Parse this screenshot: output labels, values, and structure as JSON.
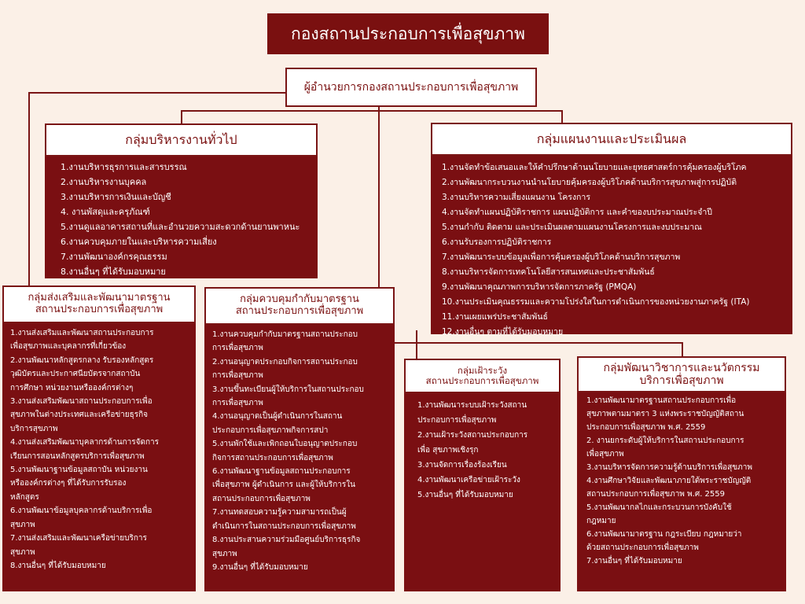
{
  "title": "กองสถานประกอบการเพื่อสุขภาพ",
  "director": "ผู้อำนวยการกองสถานประกอบการเพื่อสุขภาพ",
  "colors": {
    "accent": "#7a0f12",
    "background": "#fbf0e7",
    "box": "#ffffff"
  },
  "general": {
    "heading": "กลุ่มบริหารงานทั่วไป",
    "items": [
      "1.งานบริหารธุรการและสารบรรณ",
      "2.งานบริหารงานบุคคล",
      "3.งานบริหารการเงินและบัญชี",
      "4. งานพัสดุและครุภัณฑ์",
      "5.งานดูแลอาคารสถานที่และอำนวยความสะดวกด้านยานพาหนะ",
      "6.งานควบคุมภายในและบริหารความเสี่ยง",
      "7.งานพัฒนาองค์กรคุณธรรม",
      "8.งานอื่นๆ ที่ได้รับมอบหมาย"
    ]
  },
  "planning": {
    "heading": "กลุ่มแผนงานและประเมินผล",
    "items": [
      "1.งานจัดทำข้อเสนอและให้คำปรึกษาด้านนโยบายและยุทธศาสตร์การคุ้มครองผู้บริโภค",
      "2.งานพัฒนากระบวนงานนำนโยบายคุ้มครองผู้บริโภคด้านบริการสุขภาพสู่การปฏิบัติ",
      "3.งานบริหารความเสี่ยงแผนงาน โครงการ",
      "4.งานจัดทำแผนปฏิบัติราชการ แผนปฏิบัติการ และคำของบประมาณประจำปี",
      "5.งานกำกับ ติดตาม และประเมินผลตามแผนงานโครงการและงบประมาณ",
      "6.งานรับรองการปฏิบัติราชการ",
      "7.งานพัฒนาระบบข้อมูลเพื่อการคุ้มครองผู้บริโภคด้านบริการสุขภาพ",
      "8.งานบริหารจัดการเทคโนโลยีสารสนเทศและประชาสัมพันธ์",
      "9.งานพัฒนาคุณภาพการบริหารจัดการภาครัฐ (PMQA)",
      "10.งานประเมินคุณธรรมและความโปร่งใสในการดำเนินการของหน่วยงานภาครัฐ (ITA)",
      "11.งานเผยแพร่ประชาสัมพันธ์",
      "12.งานอื่นๆ ตามที่ได้รับมอบหมาย"
    ]
  },
  "promotion": {
    "heading_1": "กลุ่มส่งเสริมและพัฒนามาตรฐาน",
    "heading_2": "สถานประกอบการเพื่อสุขภาพ",
    "items": [
      [
        "1.งานส่งเสริมและพัฒนาสถานประกอบการ",
        "เพื่อสุขภาพและบุคลากรที่เกี่ยวข้อง"
      ],
      [
        "2.งานพัฒนาหลักสูตรกลาง รับรองหลักสูตร",
        "วุฒิบัตรและประกาศนียบัตรจากสถาบัน",
        "การศึกษา หน่วยงานหรือองค์กรต่างๆ"
      ],
      [
        "3.งานส่งเสริมพัฒนาสถานประกอบการเพื่อ",
        "สุขภาพในต่างประเทศและเครือข่ายธุรกิจ",
        "บริการสุขภาพ"
      ],
      [
        "4.งานส่งเสริมพัฒนาบุคลากรด้านการจัดการ",
        "เรียนการสอนหลักสูตรบริการเพื่อสุขภาพ"
      ],
      [
        "5.งานพัฒนาฐานข้อมูลสถาบัน หน่วยงาน",
        "หรือองค์กรต่างๆ ที่ได้รับการรับรอง",
        "หลักสูตร"
      ],
      [
        "6.งานพัฒนาข้อมูลบุคลากรด้านบริการเพื่อ",
        "สุขภาพ"
      ],
      [
        "7.งานส่งเสริมและพัฒนาเครือข่ายบริการ",
        "สุขภาพ"
      ],
      [
        "8.งานอื่นๆ ที่ได้รับมอบหมาย"
      ]
    ]
  },
  "regulation": {
    "heading_1": "กลุ่มควบคุมกำกับมาตรฐาน",
    "heading_2": "สถานประกอบการเพื่อสุขภาพ",
    "items": [
      [
        "1.งานควบคุมกำกับมาตรฐานสถานประกอบ",
        "การเพื่อสุขภาพ"
      ],
      [
        "2.งานอนุญาตประกอบกิจการสถานประกอบ",
        "การเพื่อสุขภาพ"
      ],
      [
        "3.งานขึ้นทะเบียนผู้ให้บริการในสถานประกอบ",
        "การเพื่อสุขภาพ"
      ],
      [
        "4.งานอนุญาตเป็นผู้ดำเนินการในสถาน",
        "ประกอบการเพื่อสุขภาพกิจการสปา"
      ],
      [
        "5.งานพักใช้และเพิกถอนใบอนุญาตประกอบ",
        "กิจการสถานประกอบการเพื่อสุขภาพ"
      ],
      [
        "6.งานพัฒนาฐานข้อมูลสถานประกอบการ",
        "เพื่อสุขภาพ ผู้ดำเนินการ และผู้ให้บริการใน",
        "สถานประกอบการเพื่อสุขภาพ"
      ],
      [
        "7.งานทดสอบความรู้ความสามารถเป็นผู้",
        "ดำเนินการในสถานประกอบการเพื่อสุขภาพ"
      ],
      [
        "8.งานประสานความร่วมมือศูนย์บริการธุรกิจ",
        "สุขภาพ"
      ],
      [
        "9.งานอื่นๆ ที่ได้รับมอบหมาย"
      ]
    ]
  },
  "surveillance": {
    "heading_1": "กลุ่มเฝ้าระวัง",
    "heading_2": "สถานประกอบการเพื่อสุขภาพ",
    "items": [
      [
        "1.งานพัฒนาระบบเฝ้าระวังสถาน",
        "ประกอบการเพื่อสุขภาพ"
      ],
      [
        "2.งานเฝ้าระวังสถานประกอบการ",
        "เพื่อ  สุขภาพเชิงรุก"
      ],
      [
        "3.งานจัดการเรื่องร้องเรียน"
      ],
      [
        "4.งานพัฒนาเครือข่ายเฝ้าระวัง"
      ],
      [
        "5.งานอื่นๆ ที่ได้รับมอบหมาย"
      ]
    ]
  },
  "academic": {
    "heading_1": "กลุ่มพัฒนาวิชาการและนวัตกรรม",
    "heading_2": "บริการเพื่อสุขภาพ",
    "items": [
      [
        "1.งานพัฒนามาตรฐานสถานประกอบการเพื่อ",
        "สุขภาพตามมาตรา 3 แห่งพระราชบัญญัติสถาน",
        "ประกอบการเพื่อสุขภาพ พ.ศ. 2559"
      ],
      [
        "2. งานยกระดับผู้ให้บริการในสถานประกอบการ",
        "เพื่อสุขภาพ"
      ],
      [
        "3.งานบริหารจัดการความรู้ด้านบริการเพื่อสุขภาพ"
      ],
      [
        "4.งานศึกษาวิจัยและพัฒนาภายใต้พระราชบัญญัติ",
        "สถานประกอบการเพื่อสุขภาพ พ.ศ. 2559"
      ],
      [
        "5.งานพัฒนากลไกและกระบวนการบังคับใช้",
        "กฎหมาย"
      ],
      [
        "6.งานพัฒนามาตรฐาน กฎระเบียบ กฎหมายว่า",
        "ด้วยสถานประกอบการเพื่อสุขภาพ"
      ],
      [
        "7.งานอื่นๆ ที่ได้รับมอบหมาย"
      ]
    ]
  }
}
